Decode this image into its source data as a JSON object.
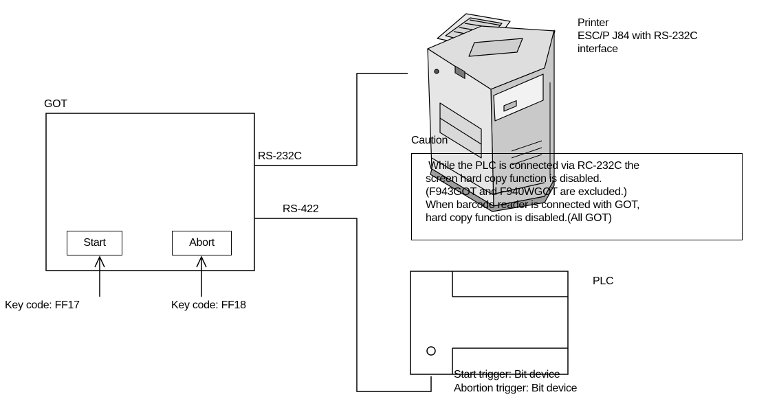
{
  "got": {
    "title": "GOT",
    "start_button": "Start",
    "abort_button": "Abort",
    "start_keycode": "Key code: FF17",
    "abort_keycode": "Key code: FF18"
  },
  "links": {
    "rs232c": "RS-232C",
    "rs422": "RS-422"
  },
  "printer": {
    "title": "Printer",
    "model": "ESC/P J84 with RS-232C",
    "interface": "interface"
  },
  "caution": {
    "title": "Caution",
    "lines": [
      " While the PLC is connected via RC-232C the",
      "screen hard copy function is disabled.",
      "(F943GOT and F940WGOT are excluded.)",
      "When barcode reader is connected with GOT,",
      "hard copy function is disabled.(All GOT)"
    ]
  },
  "plc": {
    "title": "PLC",
    "start_trigger": "Start trigger: Bit device",
    "abort_trigger": "Abortion trigger: Bit device"
  }
}
